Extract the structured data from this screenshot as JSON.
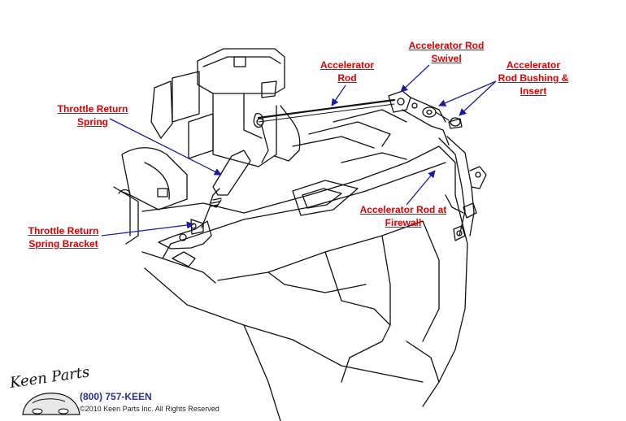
{
  "colors": {
    "label": "#e00000",
    "leader": "#1a1aa8",
    "drawing": "#111111",
    "brand": "#2a2f8a"
  },
  "labels": {
    "accelerator_rod_swivel": [
      "Accelerator Rod",
      "Swivel"
    ],
    "accelerator_rod": [
      "Accelerator",
      "Rod"
    ],
    "accelerator_rod_bushing": [
      "Accelerator",
      "Rod Bushing &",
      "Insert"
    ],
    "throttle_return_spring": [
      "Throttle Return",
      "Spring"
    ],
    "throttle_return_spring_bracket": [
      "Throttle Return",
      "Spring Bracket"
    ],
    "accelerator_rod_at_firewall": [
      "Accelerator Rod at",
      "Firewall"
    ]
  },
  "brand": {
    "logo_text": "Keen Parts",
    "phone": "(800) 757-KEEN",
    "copyright": "©2010 Keen Parts Inc. All Rights Reserved"
  }
}
